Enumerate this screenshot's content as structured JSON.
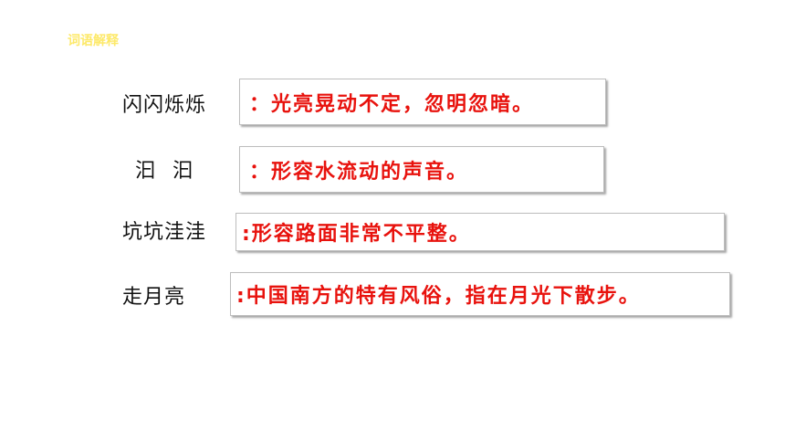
{
  "section_title": "词语解释",
  "colors": {
    "term": "#111111",
    "definition": "#e8120d",
    "tag": "#fde96a"
  },
  "entries": [
    {
      "term": "闪闪烁烁",
      "definition": "：光亮晃动不定，忽明忽暗。"
    },
    {
      "term": "汩 汩",
      "definition": "：形容水流动的声音。"
    },
    {
      "term": "坑坑洼洼",
      "definition": ":形容路面非常不平整。"
    },
    {
      "term": "走月亮",
      "definition": ":中国南方的特有风俗，指在月光下散步。"
    }
  ]
}
